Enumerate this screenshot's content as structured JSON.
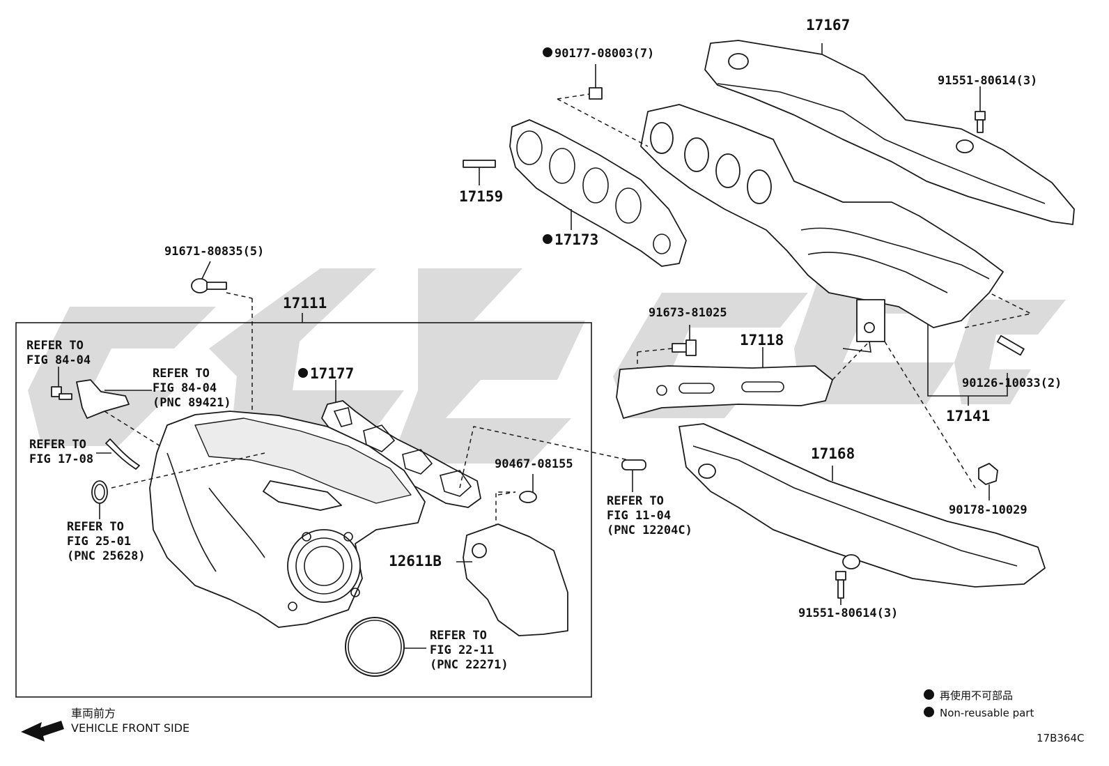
{
  "watermark": {
    "color": "#bdbdbd"
  },
  "part_numbers": {
    "p17167": "17167",
    "p90177": "90177-08003(7)",
    "p91551a": "91551-80614(3)",
    "p17159": "17159",
    "p17173": "17173",
    "p91671": "91671-80835(5)",
    "p17111": "17111",
    "p91673": "91673-81025",
    "p17118": "17118",
    "p90126": "90126-10033(2)",
    "p17141": "17141",
    "p17177": "17177",
    "p17168": "17168",
    "p90178": "90178-10029",
    "p90467": "90467-08155",
    "p12611b": "12611B",
    "p91551b": "91551-80614(3)"
  },
  "references": {
    "r8404a_l1": "REFER TO",
    "r8404a_l2": "FIG 84-04",
    "r8404b_l1": "REFER TO",
    "r8404b_l2": "FIG 84-04",
    "r8404b_pnc": "(PNC 89421)",
    "r1708_l1": "REFER TO",
    "r1708_l2": "FIG 17-08",
    "r2501_l1": "REFER TO",
    "r2501_l2": "FIG 25-01",
    "r2501_pnc": "(PNC 25628)",
    "r1104_l1": "REFER TO",
    "r1104_l2": "FIG 11-04",
    "r1104_pnc": "(PNC 12204C)",
    "r2211_l1": "REFER TO",
    "r2211_l2": "FIG 22-11",
    "r2211_pnc": "(PNC 22271)"
  },
  "legend": {
    "jp": "再使用不可部品",
    "en": "Non-reusable part"
  },
  "vehicle_front": {
    "jp": "車両前方",
    "en": "VEHICLE FRONT SIDE"
  },
  "figure_id": "17B364C"
}
